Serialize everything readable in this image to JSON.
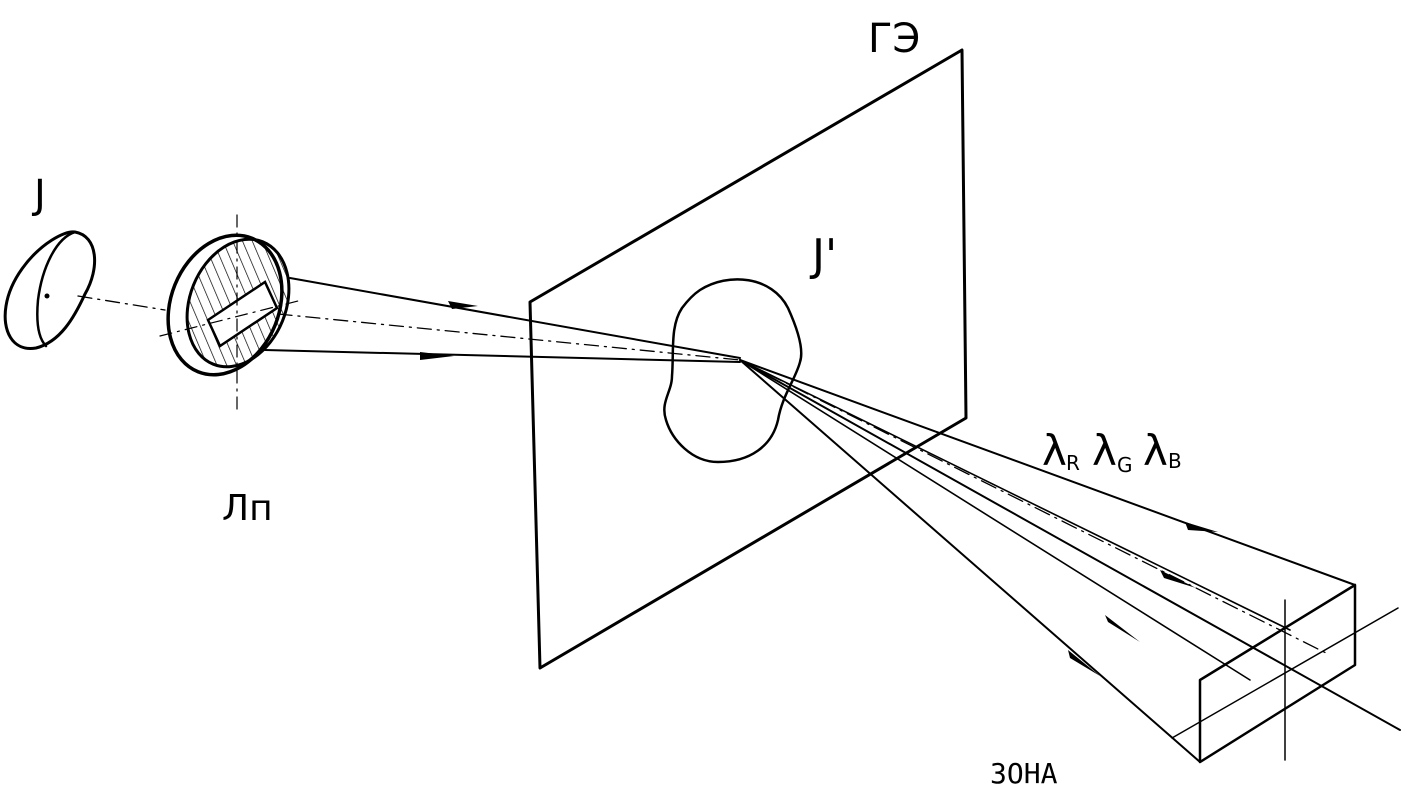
{
  "labels": {
    "object": "J",
    "lens": "Лп",
    "hologram_element": "ГЭ",
    "image": "J'",
    "wavelength_r_main": "λ",
    "wavelength_r_sub": "R",
    "wavelength_g_main": "λ",
    "wavelength_g_sub": "G",
    "wavelength_b_main": "λ",
    "wavelength_b_sub": "B",
    "zone": "ЗОНА"
  },
  "colors": {
    "ink": "#000000",
    "background": "#ffffff"
  }
}
